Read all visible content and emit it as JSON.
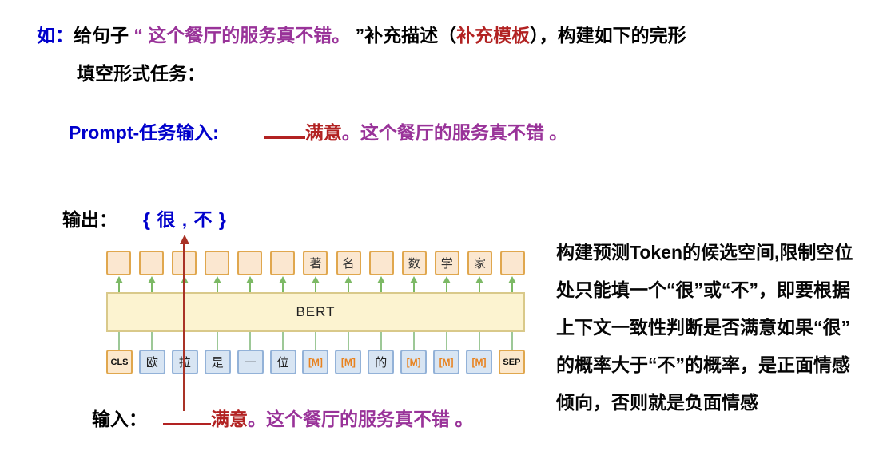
{
  "colors": {
    "blue": "#0000CC",
    "purple": "#993399",
    "dark_red": "#B22222",
    "arrow_red": "#A93226",
    "green_arrow": "#7CB965",
    "peach_box_fill": "#FBE7D0",
    "orange_border": "#E0A74E",
    "bert_fill": "#FCF3D0",
    "bert_border": "#D9C98A",
    "token_blue_fill": "#D8E5F3",
    "token_blue_border": "#93B2D8",
    "mask_orange": "#E8821E"
  },
  "intro": {
    "prefix": "如：",
    "s1": "给句子 ",
    "s2": "“ 这个餐厅的服务真不错。 ",
    "s3": "”补充描述（",
    "s4": "补充模板",
    "s5": "），构建如下的完形",
    "line2": "填空形式任务："
  },
  "prompt_line": {
    "label": "Prompt-任务输入:",
    "answer": "满意",
    "sentence": "。这个餐厅的服务真不错 。"
  },
  "output_line": {
    "label": "输出：",
    "value": "{ 很 , 不 }"
  },
  "input_line": {
    "label": "输入：",
    "answer": "满意",
    "sentence": "。这个餐厅的服务真不错 。"
  },
  "diagram": {
    "bert_label": "BERT",
    "top_labels": [
      "",
      "",
      "",
      "",
      "",
      "",
      "著",
      "名",
      "",
      "数",
      "学",
      "家",
      ""
    ],
    "input_tokens": [
      "CLS",
      "欧",
      "拉",
      "是",
      "一",
      "位",
      "[M]",
      "[M]",
      "的",
      "[M]",
      "[M]",
      "[M]",
      "SEP"
    ]
  },
  "explanation": {
    "lines": [
      "构建预测Token的候选空间,限制空位",
      "处只能填一个“很”或“不”，即要根据",
      "上下文一致性判断是否满意如果“很”",
      "的概率大于“不”的概率，是正面情感",
      "倾向，否则就是负面情感"
    ]
  }
}
